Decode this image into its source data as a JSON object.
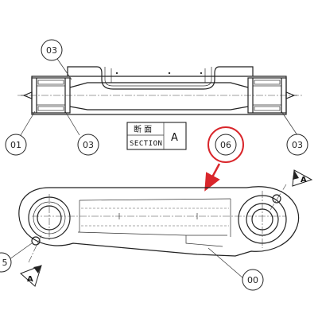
{
  "balloons": {
    "top_left": "03",
    "left": "01",
    "middle": "03",
    "right": "03",
    "highlight": "06",
    "bottom_left": "5",
    "bottom_right": "00"
  },
  "section_box": {
    "kanji": "断 面",
    "label": "SECTION",
    "letter": "A"
  },
  "section_arrows": {
    "upper_right": "A",
    "lower_left": "A"
  },
  "colors": {
    "line": "#222222",
    "highlight": "#d9262b",
    "background": "#ffffff"
  }
}
